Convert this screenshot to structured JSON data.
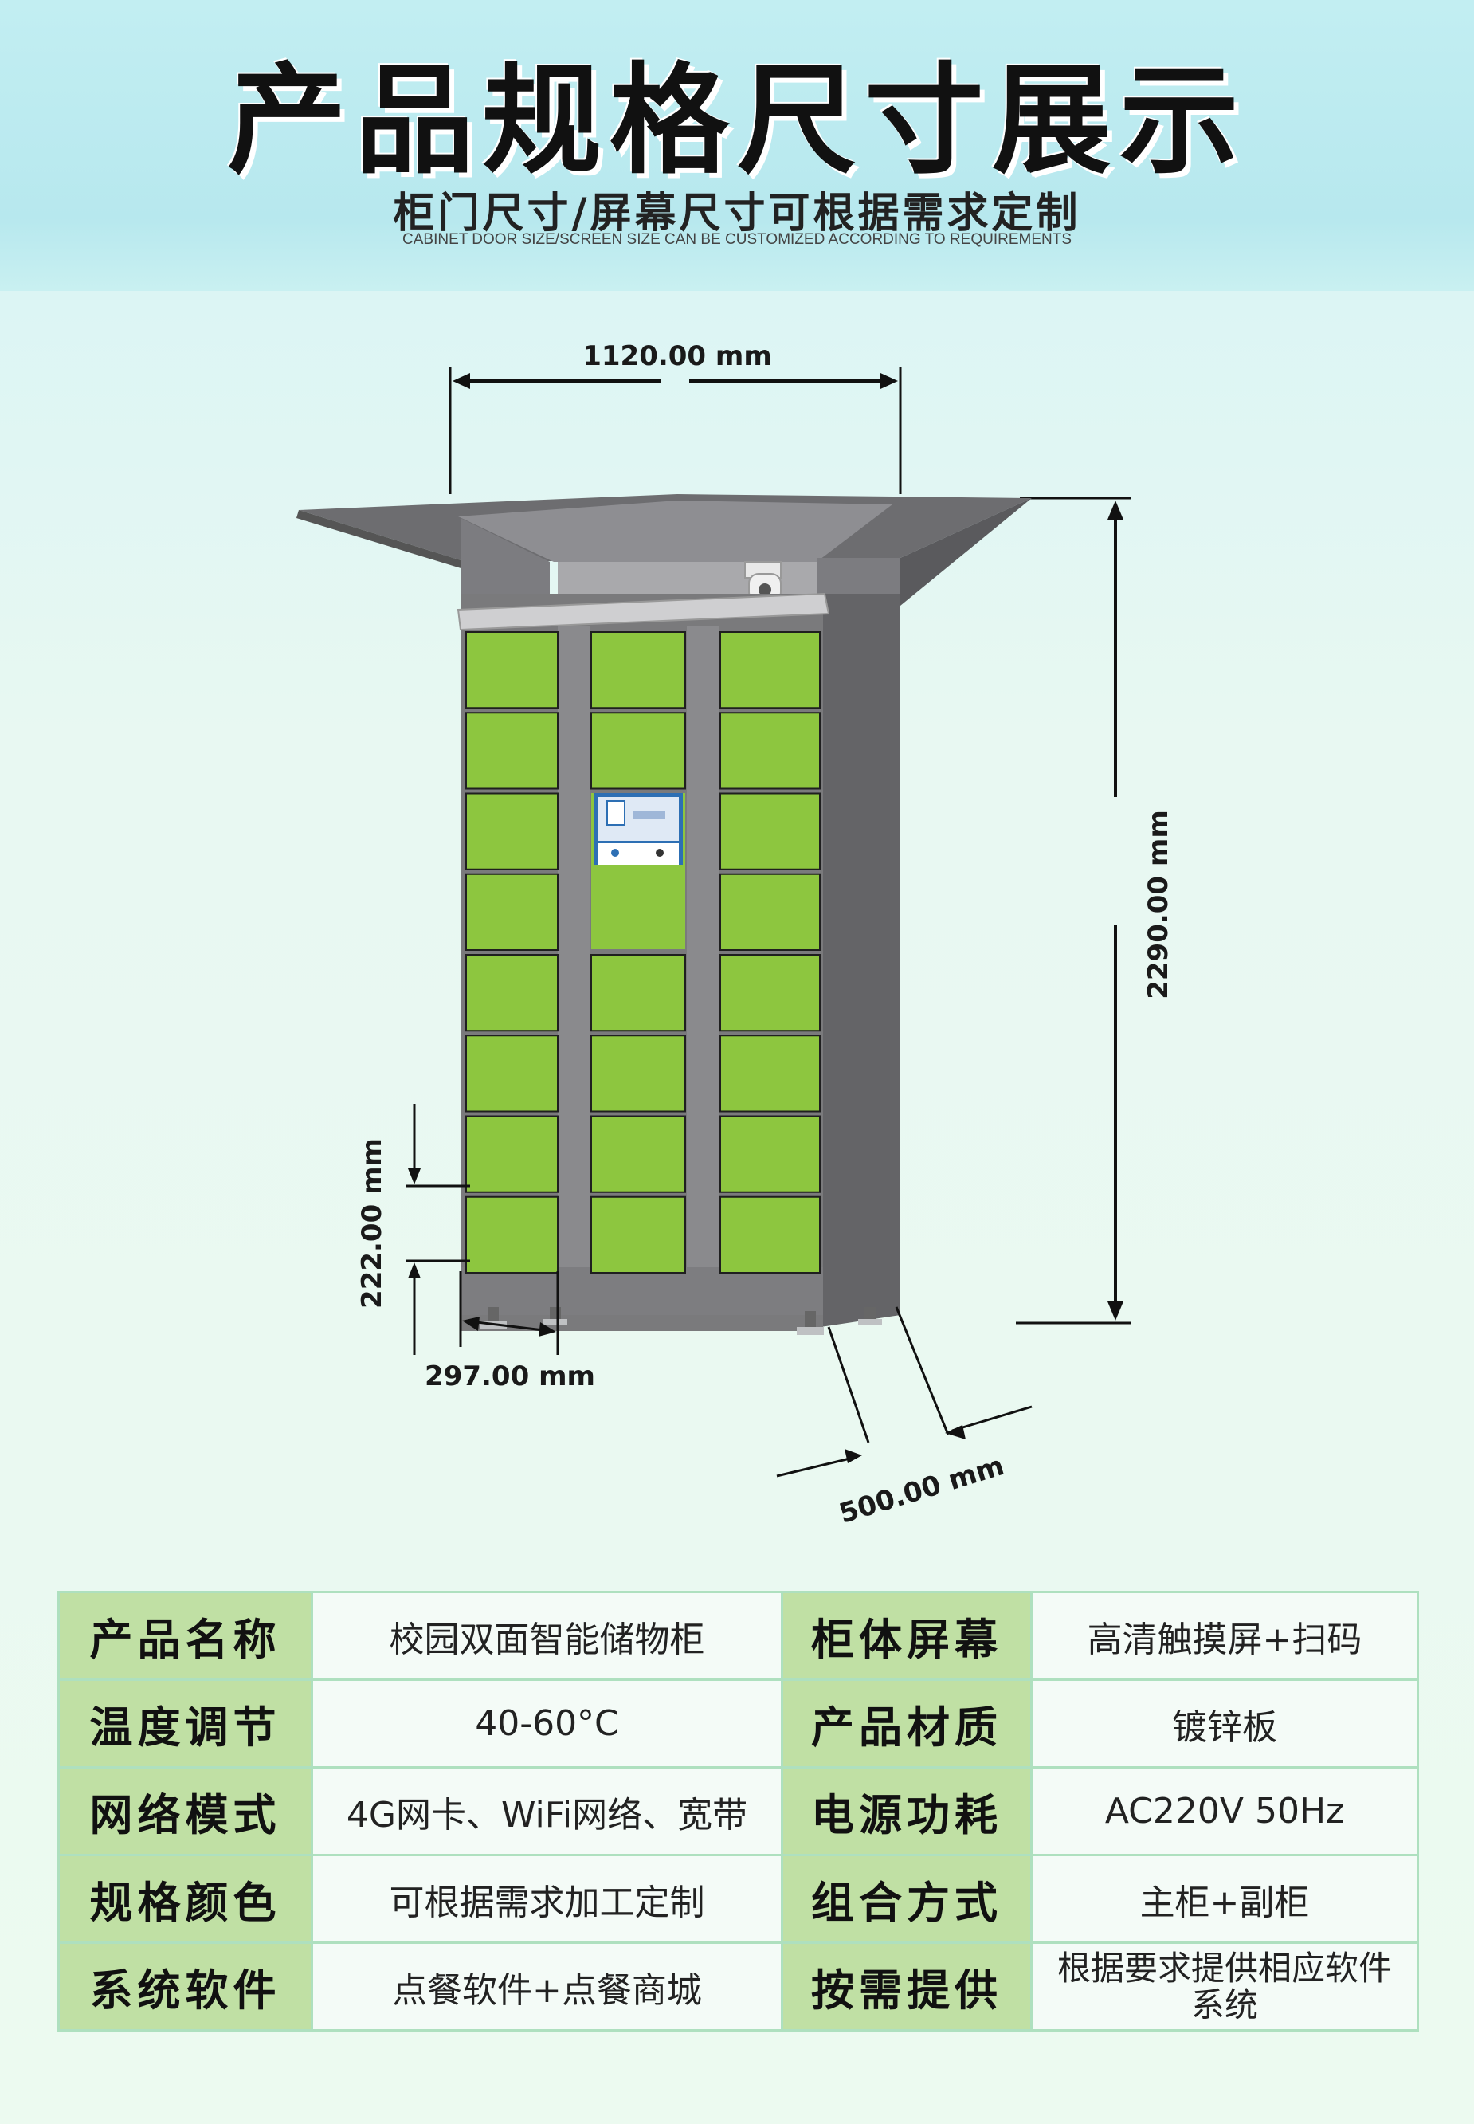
{
  "header": {
    "title": "产品规格尺寸展示",
    "subtitle": "柜门尺寸/屏幕尺寸可根据需求定制",
    "subtitle_en": "CABINET DOOR SIZE/SCREEN SIZE CAN BE CUSTOMIZED ACCORDING TO REQUIREMENTS"
  },
  "dimensions": {
    "width": "1120.00 mm",
    "height": "2290.00 mm",
    "door_height": "222.00 mm",
    "door_width": "297.00 mm",
    "depth": "500.00 mm"
  },
  "colors": {
    "locker_green": "#8dc63f",
    "cabinet_gray": "#7a7a7c",
    "key_cell_bg": "#c0e0a4",
    "table_border": "#aee0bf"
  },
  "specs": [
    {
      "key1": "产品名称",
      "val1": "校园双面智能储物柜",
      "key2": "柜体屏幕",
      "val2": "高清触摸屏+扫码"
    },
    {
      "key1": "温度调节",
      "val1": "40-60°C",
      "key2": "产品材质",
      "val2": "镀锌板"
    },
    {
      "key1": "网络模式",
      "val1": "4G网卡、WiFi网络、宽带",
      "key2": "电源功耗",
      "val2": "AC220V   50Hz"
    },
    {
      "key1": "规格颜色",
      "val1": "可根据需求加工定制",
      "key2": "组合方式",
      "val2": "主柜+副柜"
    },
    {
      "key1": "系统软件",
      "val1": "点餐软件+点餐商城",
      "key2": "按需提供",
      "val2": "根据要求提供相应软件系统"
    }
  ]
}
